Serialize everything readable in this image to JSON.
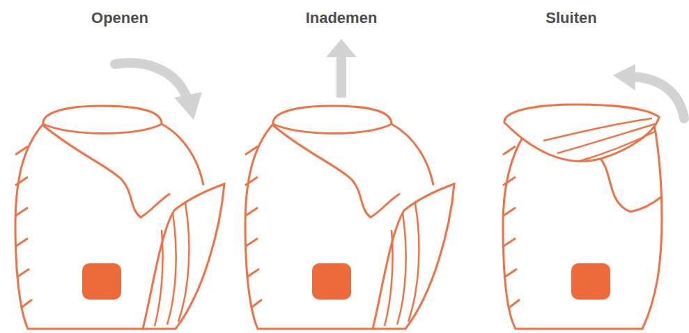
{
  "diagram": {
    "labels": [
      "Openen",
      "Inademen",
      "Sluiten"
    ]
  }
}
